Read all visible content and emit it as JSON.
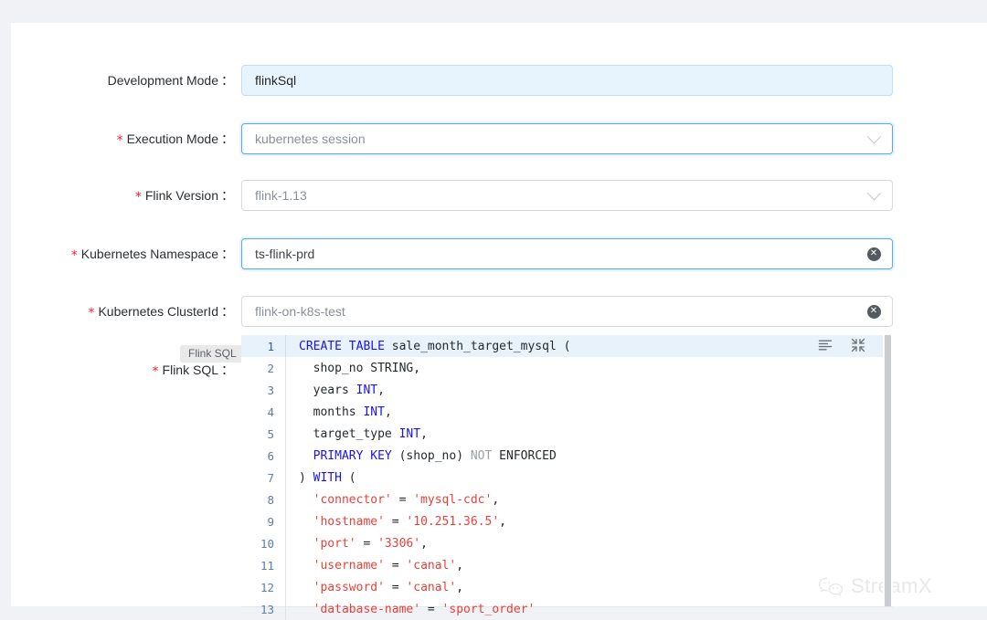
{
  "form": {
    "fields": [
      {
        "label": "Development Mode",
        "required": false,
        "value": "flinkSql",
        "style": "readonly",
        "suffix": "none",
        "name": "development-mode"
      },
      {
        "label": "Execution Mode",
        "required": true,
        "value": "kubernetes session",
        "style": "focused",
        "suffix": "chevron-down-icon",
        "name": "execution-mode"
      },
      {
        "label": "Flink Version",
        "required": true,
        "value": "flink-1.13",
        "style": "normal",
        "suffix": "chevron-down-icon",
        "name": "flink-version"
      },
      {
        "label": "Kubernetes Namespace",
        "required": true,
        "value": "ts-flink-prd",
        "style": "focused-dark",
        "suffix": "clear-icon",
        "name": "kubernetes-namespace"
      },
      {
        "label": "Kubernetes ClusterId",
        "required": true,
        "value": "flink-on-k8s-test",
        "style": "normal",
        "suffix": "clear-icon",
        "name": "kubernetes-clusterid"
      }
    ],
    "sql_label": "Flink SQL",
    "sql_required": true,
    "sql_tooltip": "Flink SQL",
    "colon": "：",
    "required_mark": "*",
    "clear_glyph": "✕"
  },
  "editor": {
    "tools": [
      {
        "name": "format-code-icon",
        "title": "Format"
      },
      {
        "name": "fullscreen-icon",
        "title": "Fullscreen"
      }
    ],
    "lines": [
      {
        "num": "1",
        "active": true,
        "tokens": [
          {
            "t": "CREATE",
            "c": "kw"
          },
          {
            "t": " ",
            "c": "plain"
          },
          {
            "t": "TABLE",
            "c": "kw"
          },
          {
            "t": " sale_month_target_mysql (",
            "c": "plain"
          }
        ]
      },
      {
        "num": "2",
        "active": false,
        "tokens": [
          {
            "t": "  shop_no STRING,",
            "c": "plain"
          }
        ]
      },
      {
        "num": "3",
        "active": false,
        "tokens": [
          {
            "t": "  years ",
            "c": "plain"
          },
          {
            "t": "INT",
            "c": "kw"
          },
          {
            "t": ",",
            "c": "plain"
          }
        ]
      },
      {
        "num": "4",
        "active": false,
        "tokens": [
          {
            "t": "  months ",
            "c": "plain"
          },
          {
            "t": "INT",
            "c": "kw"
          },
          {
            "t": ",",
            "c": "plain"
          }
        ]
      },
      {
        "num": "5",
        "active": false,
        "tokens": [
          {
            "t": "  target_type ",
            "c": "plain"
          },
          {
            "t": "INT",
            "c": "kw"
          },
          {
            "t": ",",
            "c": "plain"
          }
        ]
      },
      {
        "num": "6",
        "active": false,
        "tokens": [
          {
            "t": "  ",
            "c": "plain"
          },
          {
            "t": "PRIMARY",
            "c": "kw"
          },
          {
            "t": " ",
            "c": "plain"
          },
          {
            "t": "KEY",
            "c": "kw"
          },
          {
            "t": " (shop_no) ",
            "c": "plain"
          },
          {
            "t": "NOT",
            "c": "gray"
          },
          {
            "t": " ENFORCED",
            "c": "plain"
          }
        ]
      },
      {
        "num": "7",
        "active": false,
        "tokens": [
          {
            "t": ") ",
            "c": "plain"
          },
          {
            "t": "WITH",
            "c": "kw"
          },
          {
            "t": " (",
            "c": "plain"
          }
        ]
      },
      {
        "num": "8",
        "active": false,
        "tokens": [
          {
            "t": "  ",
            "c": "plain"
          },
          {
            "t": "'connector'",
            "c": "str"
          },
          {
            "t": " = ",
            "c": "plain"
          },
          {
            "t": "'mysql-cdc'",
            "c": "str"
          },
          {
            "t": ",",
            "c": "plain"
          }
        ]
      },
      {
        "num": "9",
        "active": false,
        "tokens": [
          {
            "t": "  ",
            "c": "plain"
          },
          {
            "t": "'hostname'",
            "c": "str"
          },
          {
            "t": " = ",
            "c": "plain"
          },
          {
            "t": "'10.251.36.5'",
            "c": "str"
          },
          {
            "t": ",",
            "c": "plain"
          }
        ]
      },
      {
        "num": "10",
        "active": false,
        "tokens": [
          {
            "t": "  ",
            "c": "plain"
          },
          {
            "t": "'port'",
            "c": "str"
          },
          {
            "t": " = ",
            "c": "plain"
          },
          {
            "t": "'3306'",
            "c": "str"
          },
          {
            "t": ",",
            "c": "plain"
          }
        ]
      },
      {
        "num": "11",
        "active": false,
        "tokens": [
          {
            "t": "  ",
            "c": "plain"
          },
          {
            "t": "'username'",
            "c": "str"
          },
          {
            "t": " = ",
            "c": "plain"
          },
          {
            "t": "'canal'",
            "c": "str"
          },
          {
            "t": ",",
            "c": "plain"
          }
        ]
      },
      {
        "num": "12",
        "active": false,
        "tokens": [
          {
            "t": "  ",
            "c": "plain"
          },
          {
            "t": "'password'",
            "c": "str"
          },
          {
            "t": " = ",
            "c": "plain"
          },
          {
            "t": "'canal'",
            "c": "str"
          },
          {
            "t": ",",
            "c": "plain"
          }
        ]
      },
      {
        "num": "13",
        "active": false,
        "tokens": [
          {
            "t": "  ",
            "c": "plain"
          },
          {
            "t": "'database-name'",
            "c": "str"
          },
          {
            "t": " = ",
            "c": "plain"
          },
          {
            "t": "'sport_order'",
            "c": "str"
          }
        ]
      }
    ]
  },
  "watermark": {
    "text": "StreamX",
    "icon": "wechat-icon"
  },
  "colors": {
    "page_background": "#f0f2f5",
    "card_background": "#ffffff",
    "required_red": "#f5222d",
    "focus_blue": "#55a8f5",
    "readonly_fill": "#e8f4fd",
    "active_line": "#e8f2fb",
    "keyword": "#1a13ee",
    "string": "#e8413a",
    "comment_gray": "#9aa0a6",
    "gutter_text": "#5a7fa8",
    "watermark": "#e6e8ea"
  }
}
